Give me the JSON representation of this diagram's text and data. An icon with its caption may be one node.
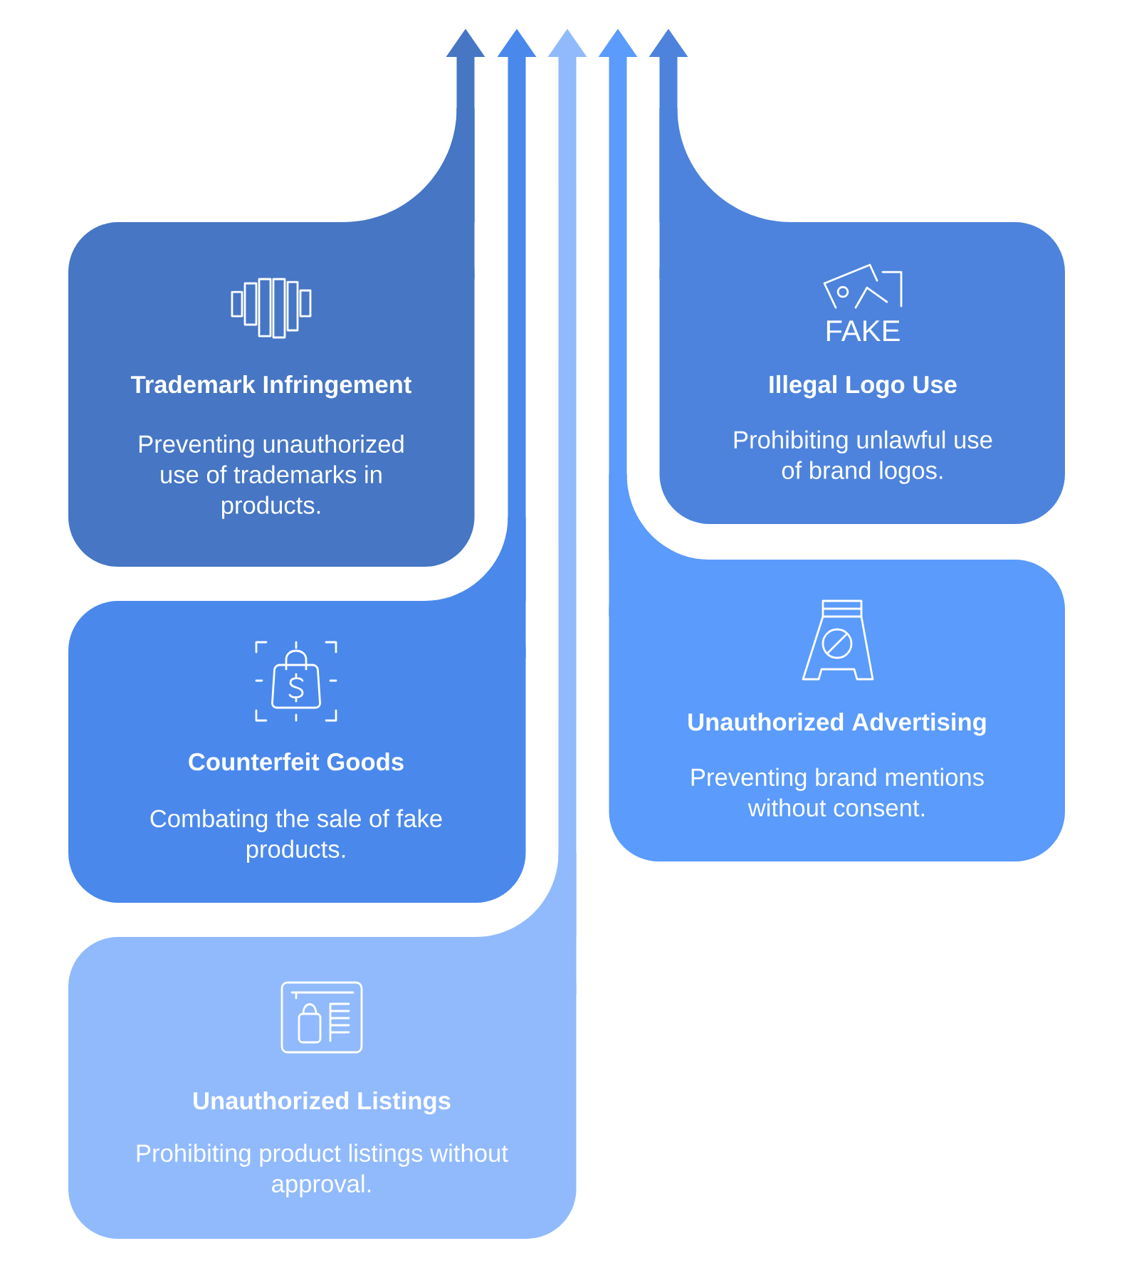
{
  "diagram": {
    "nodes": [
      {
        "text": [
          "Trademark Infringement",
          "Preventing unauthorized use of trademarks in products."
        ]
      },
      {
        "text": [
          "Illegal Logo Use",
          "Prohibiting unlawful use of brand logos."
        ]
      },
      {
        "text": [
          "Counterfeit Goods",
          "Combating the sale of fake products."
        ]
      },
      {
        "text": [
          "Unauthorized Advertising",
          "Preventing brand mentions without consent."
        ]
      },
      {
        "text": [
          "Unauthorized Listings",
          "Prohibiting product listings without approval."
        ]
      }
    ],
    "edges": [
      {
        "from": 0,
        "to": null,
        "arrow": "to",
        "color": "#4676c4"
      },
      {
        "from": 1,
        "to": null,
        "arrow": "to",
        "color": "#4d83dc"
      },
      {
        "from": 2,
        "to": null,
        "arrow": "to",
        "color": "#4a88ec"
      },
      {
        "from": 3,
        "to": null,
        "arrow": "to",
        "color": "#5a9bfb"
      },
      {
        "from": 4,
        "to": null,
        "arrow": "to",
        "color": "#91bafc"
      }
    ],
    "labels": [
      "FAKE"
    ]
  }
}
